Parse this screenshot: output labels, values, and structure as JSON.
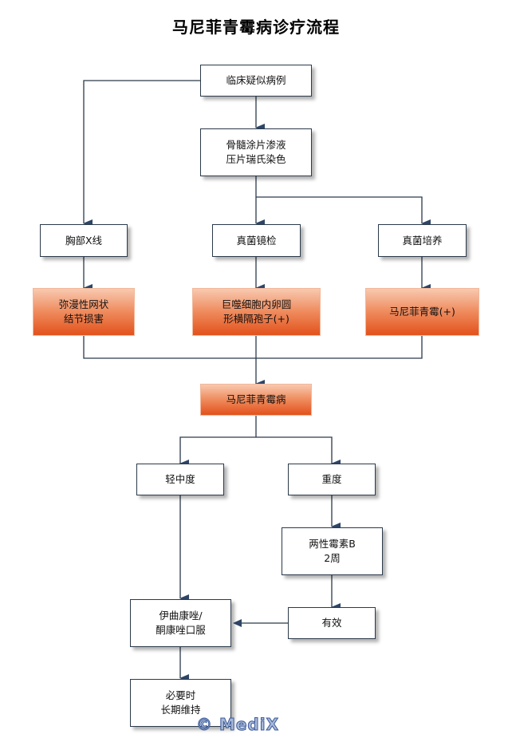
{
  "title": "马尼菲青霉病诊疗流程",
  "colors": {
    "line": "#2b3a4a",
    "arrow": "#2e4566",
    "highlight_top": "#f8c9b0",
    "highlight_bottom": "#e2521c"
  },
  "nodes": {
    "clinical_suspect": "临床疑似病例",
    "bone_marrow_smear": "骨髓涂片渗液\n压片瑞氏染色",
    "chest_xray": "胸部X线",
    "fungal_microscopy": "真菌镜检",
    "fungal_culture": "真菌培养",
    "diffuse_reticular": "弥漫性网状\n结节损害",
    "macrophage_spores": "巨噬细胞内卵圆\n形横隔孢子(+)",
    "marneffei_positive": "马尼菲青霉(+)",
    "diagnosis": "马尼菲青霉病",
    "mild_moderate": "轻中度",
    "severe": "重度",
    "amphotericin": "两性霉素B\n2周",
    "itraconazole": "伊曲康唑/\n酮康唑口服",
    "effective": "有效",
    "long_term": "必要时\n长期维持"
  },
  "watermark": "© MediX"
}
